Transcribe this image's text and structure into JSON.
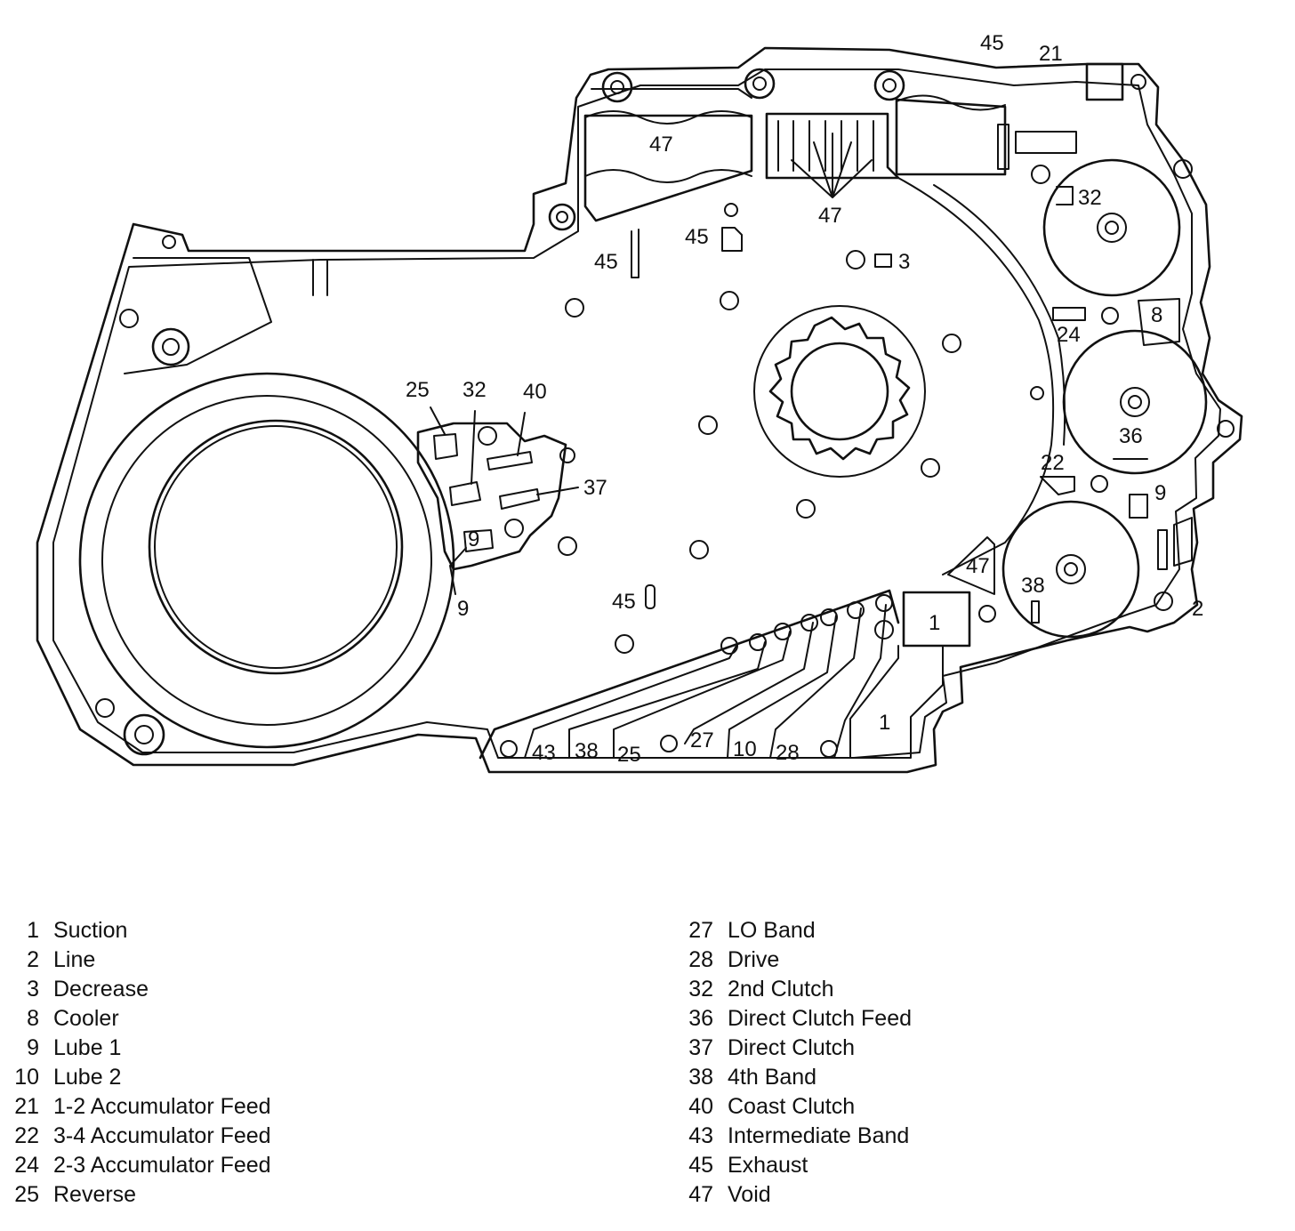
{
  "diagram": {
    "callouts": {
      "c47_top": "47",
      "c47_center": "47",
      "c47_lower": "47",
      "c45_a": "45",
      "c45_b": "45",
      "c45_c": "45",
      "c45_d": "45",
      "c3": "3",
      "c21": "21",
      "c32_right": "32",
      "c8": "8",
      "c24": "24",
      "c36": "36",
      "c22": "22",
      "c9_right": "9",
      "c38_right": "38",
      "c2": "2",
      "c1_box": "1",
      "c1_lower": "1",
      "c25": "25",
      "c32_left": "32",
      "c40": "40",
      "c37": "37",
      "c9_inner": "9",
      "c9_outer": "9",
      "p43": "43",
      "p38": "38",
      "p25": "25",
      "p27": "27",
      "p10": "10",
      "p28": "28"
    }
  },
  "legend": {
    "left": [
      {
        "num": "1",
        "label": "Suction"
      },
      {
        "num": "2",
        "label": "Line"
      },
      {
        "num": "3",
        "label": "Decrease"
      },
      {
        "num": "8",
        "label": "Cooler"
      },
      {
        "num": "9",
        "label": "Lube 1"
      },
      {
        "num": "10",
        "label": "Lube 2"
      },
      {
        "num": "21",
        "label": "1-2 Accumulator Feed"
      },
      {
        "num": "22",
        "label": "3-4 Accumulator Feed"
      },
      {
        "num": "24",
        "label": "2-3 Accumulator Feed"
      },
      {
        "num": "25",
        "label": "Reverse"
      }
    ],
    "right": [
      {
        "num": "27",
        "label": "LO Band"
      },
      {
        "num": "28",
        "label": "Drive"
      },
      {
        "num": "32",
        "label": "2nd Clutch"
      },
      {
        "num": "36",
        "label": "Direct Clutch Feed"
      },
      {
        "num": "37",
        "label": "Direct Clutch"
      },
      {
        "num": "38",
        "label": "4th Band"
      },
      {
        "num": "40",
        "label": "Coast Clutch"
      },
      {
        "num": "43",
        "label": "Intermediate Band"
      },
      {
        "num": "45",
        "label": "Exhaust"
      },
      {
        "num": "47",
        "label": "Void"
      }
    ]
  }
}
